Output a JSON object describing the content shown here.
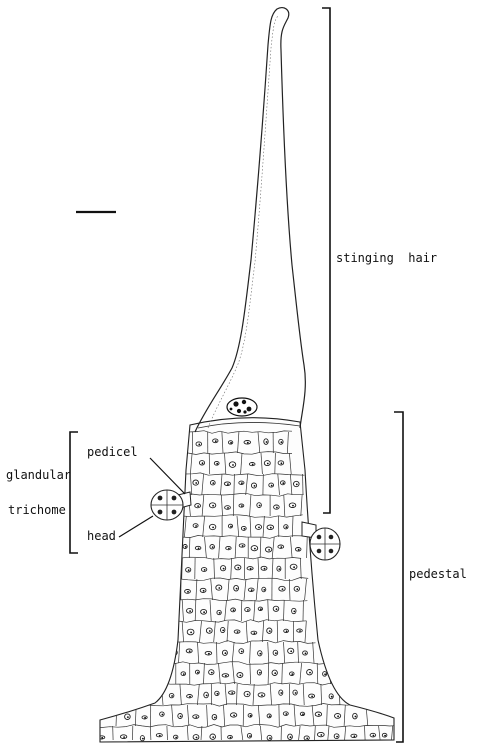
{
  "labels": {
    "stinging_hair": "stinging  hair",
    "pedestal": "pedestal",
    "glandular": "glandular",
    "trichome": "trichome",
    "pedicel": "pedicel",
    "head": "head"
  },
  "scale_bar": "scale-bar",
  "colors": {
    "ink": "#111111",
    "cell_stroke": "#333333",
    "background": "#ffffff"
  }
}
